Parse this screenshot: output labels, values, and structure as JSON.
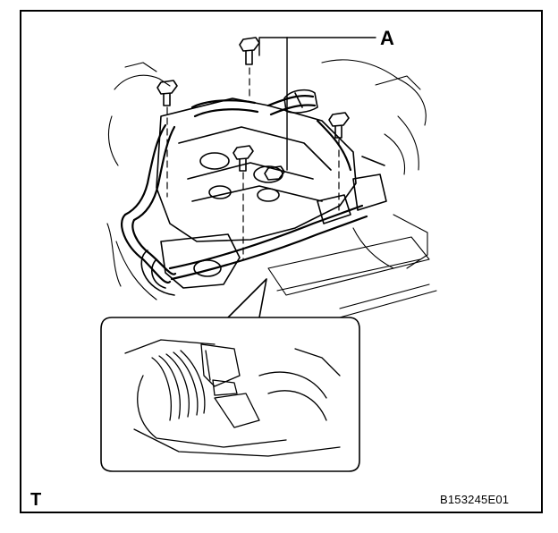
{
  "labels": {
    "callout": "A",
    "corner": "T",
    "figure_id": "B153245E01"
  },
  "illustration": {
    "subject": "engine-wire-harness-assembly",
    "inset_subject": "connector-detail",
    "icons": [
      "bolt-icon",
      "connector-icon",
      "harness-icon",
      "leader-line-icon"
    ]
  }
}
